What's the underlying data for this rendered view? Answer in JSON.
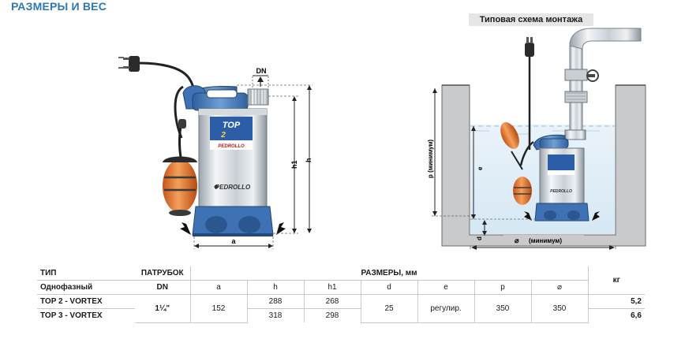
{
  "heading": "РАЗМЕРЫ И ВЕС",
  "install_title": "Типовая схема монтажа",
  "pump_drawing": {
    "labels": {
      "dn": "DN",
      "h1": "h1",
      "h": "h",
      "a": "a"
    },
    "logo_line1": "TOP",
    "logo_line2": "2",
    "logo_brand": "PEDROLLO",
    "body_brand": "PEDROLLO"
  },
  "install_drawing": {
    "labels": {
      "p": "p (минимум)",
      "e": "e",
      "d": "d",
      "diam": "(минимум)",
      "diam_symbol": "⌀"
    }
  },
  "table": {
    "col_type": "ТИП",
    "col_port": "ПАТРУБОК",
    "col_dims": "РАЗМЕРЫ, мм",
    "col_weight": "кг",
    "row_phase": "Однофазный",
    "sub_dn": "DN",
    "sub_cols": [
      "a",
      "h",
      "h1",
      "d",
      "e",
      "p",
      "⌀"
    ],
    "rows": [
      {
        "model": "TOP 2 - VORTEX",
        "h": "288",
        "h1": "268",
        "kg": "5,2"
      },
      {
        "model": "TOP 3 - VORTEX",
        "h": "318",
        "h1": "298",
        "kg": "6,6"
      }
    ],
    "shared": {
      "dn": "1¼\"",
      "a": "152",
      "d": "25",
      "e": "регулир.",
      "p": "350",
      "diam": "350"
    }
  }
}
